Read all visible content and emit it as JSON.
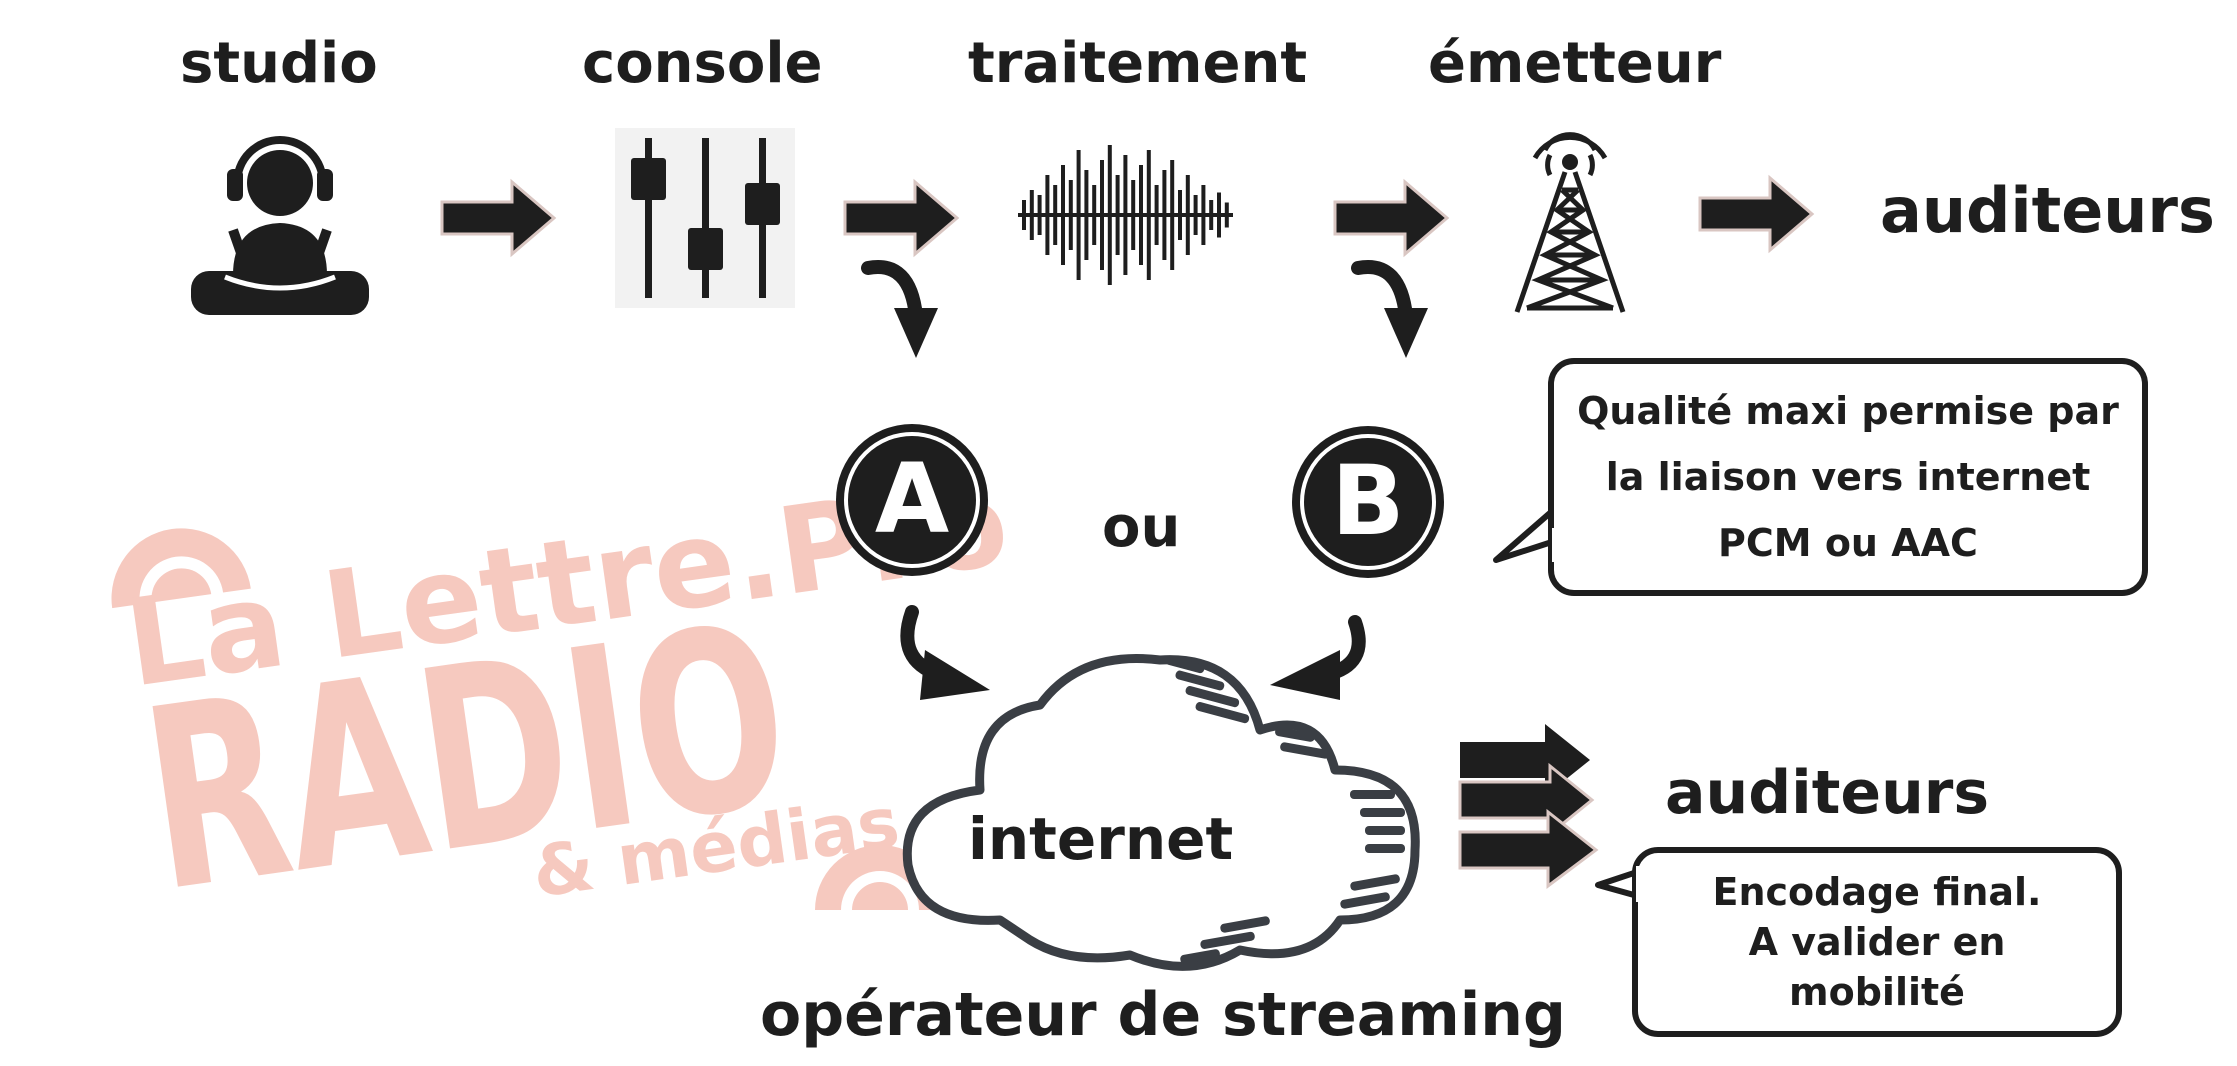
{
  "stages": {
    "studio": "studio",
    "console": "console",
    "traitement": "traitement",
    "emetteur": "émetteur"
  },
  "outputs": {
    "fm_listeners": "auditeurs",
    "stream_listeners": "auditeurs"
  },
  "options": {
    "a": "A",
    "b": "B",
    "or": "ou"
  },
  "cloud": {
    "label": "internet",
    "caption": "opérateur de streaming"
  },
  "note_top": {
    "lines": [
      "Qualité maxi permise par",
      "la liaison vers internet",
      "PCM ou AAC"
    ]
  },
  "note_bottom": {
    "lines": [
      "Encodage final.",
      "A valider en",
      "mobilité"
    ]
  },
  "watermark": {
    "line1": "La Lettre.Pro",
    "line2": "RADIO",
    "line3": "& médias"
  },
  "colors": {
    "ink": "#1e1e1e",
    "watermark": "#f6c9bf",
    "cloud_stroke": "#3a3e44"
  },
  "icons": {
    "studio": "dj-headphones-icon",
    "console": "mixer-faders-icon",
    "traitement": "waveform-icon",
    "emetteur": "radio-tower-icon"
  }
}
